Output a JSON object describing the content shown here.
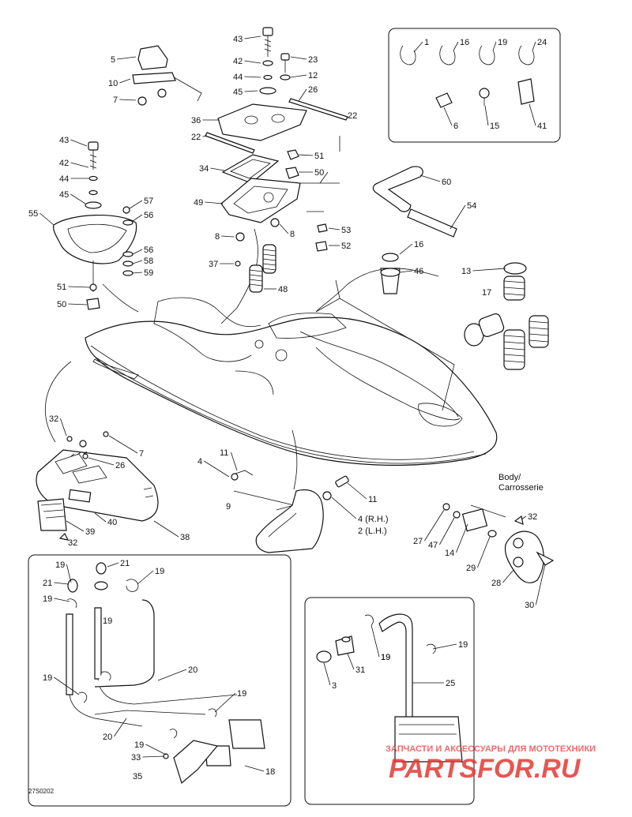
{
  "diagram": {
    "drawing_code": "27S0202",
    "body_label_en": "Body/",
    "body_label_fr": "Carrosserie",
    "watermark_text": "ЗАПЧАСТИ И АКСЕССУАРЫ ДЛЯ МОТОТЕХНИКИ",
    "watermark_logo": "PARTSFOR.RU",
    "watermark_color": "#e53935",
    "callouts": [
      {
        "id": "c-43a",
        "text": "43"
      },
      {
        "id": "c-42a",
        "text": "42"
      },
      {
        "id": "c-44a",
        "text": "44"
      },
      {
        "id": "c-45a",
        "text": "45"
      },
      {
        "id": "c-23",
        "text": "23"
      },
      {
        "id": "c-12",
        "text": "12"
      },
      {
        "id": "c-26a",
        "text": "26"
      },
      {
        "id": "c-5",
        "text": "5"
      },
      {
        "id": "c-10",
        "text": "10"
      },
      {
        "id": "c-7a",
        "text": "7"
      },
      {
        "id": "c-36",
        "text": "36"
      },
      {
        "id": "c-22a",
        "text": "22"
      },
      {
        "id": "c-22b",
        "text": "22"
      },
      {
        "id": "c-51a",
        "text": "51"
      },
      {
        "id": "c-50a",
        "text": "50"
      },
      {
        "id": "c-34",
        "text": "34"
      },
      {
        "id": "c-49",
        "text": "49"
      },
      {
        "id": "c-8a",
        "text": "8"
      },
      {
        "id": "c-8b",
        "text": "8"
      },
      {
        "id": "c-53",
        "text": "53"
      },
      {
        "id": "c-52",
        "text": "52"
      },
      {
        "id": "c-37",
        "text": "37"
      },
      {
        "id": "c-48",
        "text": "48"
      },
      {
        "id": "c-1",
        "text": "1"
      },
      {
        "id": "c-16a",
        "text": "16"
      },
      {
        "id": "c-19a",
        "text": "19"
      },
      {
        "id": "c-24",
        "text": "24"
      },
      {
        "id": "c-6",
        "text": "6"
      },
      {
        "id": "c-15",
        "text": "15"
      },
      {
        "id": "c-41",
        "text": "41"
      },
      {
        "id": "c-60",
        "text": "60"
      },
      {
        "id": "c-54",
        "text": "54"
      },
      {
        "id": "c-16b",
        "text": "16"
      },
      {
        "id": "c-46",
        "text": "46"
      },
      {
        "id": "c-13",
        "text": "13"
      },
      {
        "id": "c-17",
        "text": "17"
      },
      {
        "id": "c-43b",
        "text": "43"
      },
      {
        "id": "c-42b",
        "text": "42"
      },
      {
        "id": "c-44b",
        "text": "44"
      },
      {
        "id": "c-45b",
        "text": "45"
      },
      {
        "id": "c-57",
        "text": "57"
      },
      {
        "id": "c-56a",
        "text": "56"
      },
      {
        "id": "c-55",
        "text": "55"
      },
      {
        "id": "c-56b",
        "text": "56"
      },
      {
        "id": "c-58",
        "text": "58"
      },
      {
        "id": "c-59",
        "text": "59"
      },
      {
        "id": "c-51b",
        "text": "51"
      },
      {
        "id": "c-50b",
        "text": "50"
      },
      {
        "id": "c-32a",
        "text": "32"
      },
      {
        "id": "c-7b",
        "text": "7"
      },
      {
        "id": "c-26b",
        "text": "26"
      },
      {
        "id": "c-39",
        "text": "39"
      },
      {
        "id": "c-40",
        "text": "40"
      },
      {
        "id": "c-32b",
        "text": "32"
      },
      {
        "id": "c-38",
        "text": "38"
      },
      {
        "id": "c-11a",
        "text": "11"
      },
      {
        "id": "c-4a",
        "text": "4"
      },
      {
        "id": "c-11b",
        "text": "11"
      },
      {
        "id": "c-9",
        "text": "9"
      },
      {
        "id": "c-4rh",
        "text": "4 (R.H.)"
      },
      {
        "id": "c-2lh",
        "text": "2 (L.H.)"
      },
      {
        "id": "c-32c",
        "text": "32"
      },
      {
        "id": "c-27",
        "text": "27"
      },
      {
        "id": "c-47",
        "text": "47"
      },
      {
        "id": "c-14",
        "text": "14"
      },
      {
        "id": "c-29",
        "text": "29"
      },
      {
        "id": "c-28",
        "text": "28"
      },
      {
        "id": "c-30",
        "text": "30"
      },
      {
        "id": "c-19b",
        "text": "19"
      },
      {
        "id": "c-21a",
        "text": "21"
      },
      {
        "id": "c-19c",
        "text": "19"
      },
      {
        "id": "c-21b",
        "text": "21"
      },
      {
        "id": "c-19d",
        "text": "19"
      },
      {
        "id": "c-19e",
        "text": "19"
      },
      {
        "id": "c-19f",
        "text": "19"
      },
      {
        "id": "c-20a",
        "text": "20"
      },
      {
        "id": "c-19g",
        "text": "19"
      },
      {
        "id": "c-20b",
        "text": "20"
      },
      {
        "id": "c-19h",
        "text": "19"
      },
      {
        "id": "c-33",
        "text": "33"
      },
      {
        "id": "c-35",
        "text": "35"
      },
      {
        "id": "c-18",
        "text": "18"
      },
      {
        "id": "c-19i",
        "text": "19"
      },
      {
        "id": "c-19j",
        "text": "19"
      },
      {
        "id": "c-3",
        "text": "3"
      },
      {
        "id": "c-31",
        "text": "31"
      },
      {
        "id": "c-19k",
        "text": "19"
      },
      {
        "id": "c-25",
        "text": "25"
      }
    ]
  }
}
